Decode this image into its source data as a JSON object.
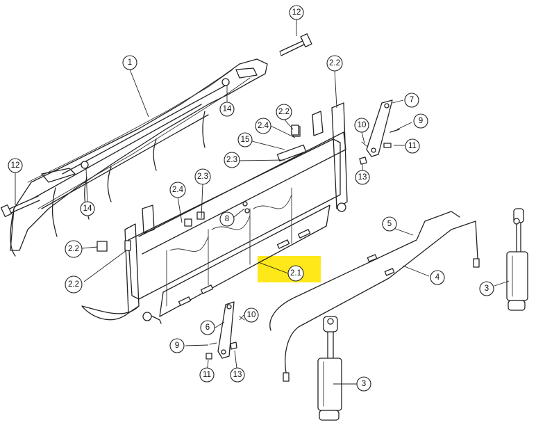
{
  "accent_highlight_color": "#ffe600",
  "callouts": [
    {
      "id": "c-12-top",
      "label": "12"
    },
    {
      "id": "c-1",
      "label": "1"
    },
    {
      "id": "c-14-top",
      "label": "14"
    },
    {
      "id": "c-12-left",
      "label": "12"
    },
    {
      "id": "c-14-left",
      "label": "14"
    },
    {
      "id": "c-2-2-top",
      "label": "2.2"
    },
    {
      "id": "c-2-2-mid",
      "label": "2.2"
    },
    {
      "id": "c-2-4-top",
      "label": "2.4"
    },
    {
      "id": "c-15",
      "label": "15"
    },
    {
      "id": "c-2-3-top",
      "label": "2.3"
    },
    {
      "id": "c-2-4-left",
      "label": "2.4"
    },
    {
      "id": "c-2-3-left",
      "label": "2.3"
    },
    {
      "id": "c-8",
      "label": "8"
    },
    {
      "id": "c-10-top",
      "label": "10"
    },
    {
      "id": "c-7",
      "label": "7"
    },
    {
      "id": "c-9-top",
      "label": "9"
    },
    {
      "id": "c-11-top",
      "label": "11"
    },
    {
      "id": "c-13-top",
      "label": "13"
    },
    {
      "id": "c-2-2-leftA",
      "label": "2.2"
    },
    {
      "id": "c-2-2-leftB",
      "label": "2.2"
    },
    {
      "id": "c-2-1",
      "label": "2.1"
    },
    {
      "id": "c-5",
      "label": "5"
    },
    {
      "id": "c-4",
      "label": "4"
    },
    {
      "id": "c-3-right",
      "label": "3"
    },
    {
      "id": "c-6",
      "label": "6"
    },
    {
      "id": "c-10-bot",
      "label": "10"
    },
    {
      "id": "c-9-bot",
      "label": "9"
    },
    {
      "id": "c-11-bot",
      "label": "11"
    },
    {
      "id": "c-13-bot",
      "label": "13"
    },
    {
      "id": "c-3-bot",
      "label": "3"
    }
  ]
}
